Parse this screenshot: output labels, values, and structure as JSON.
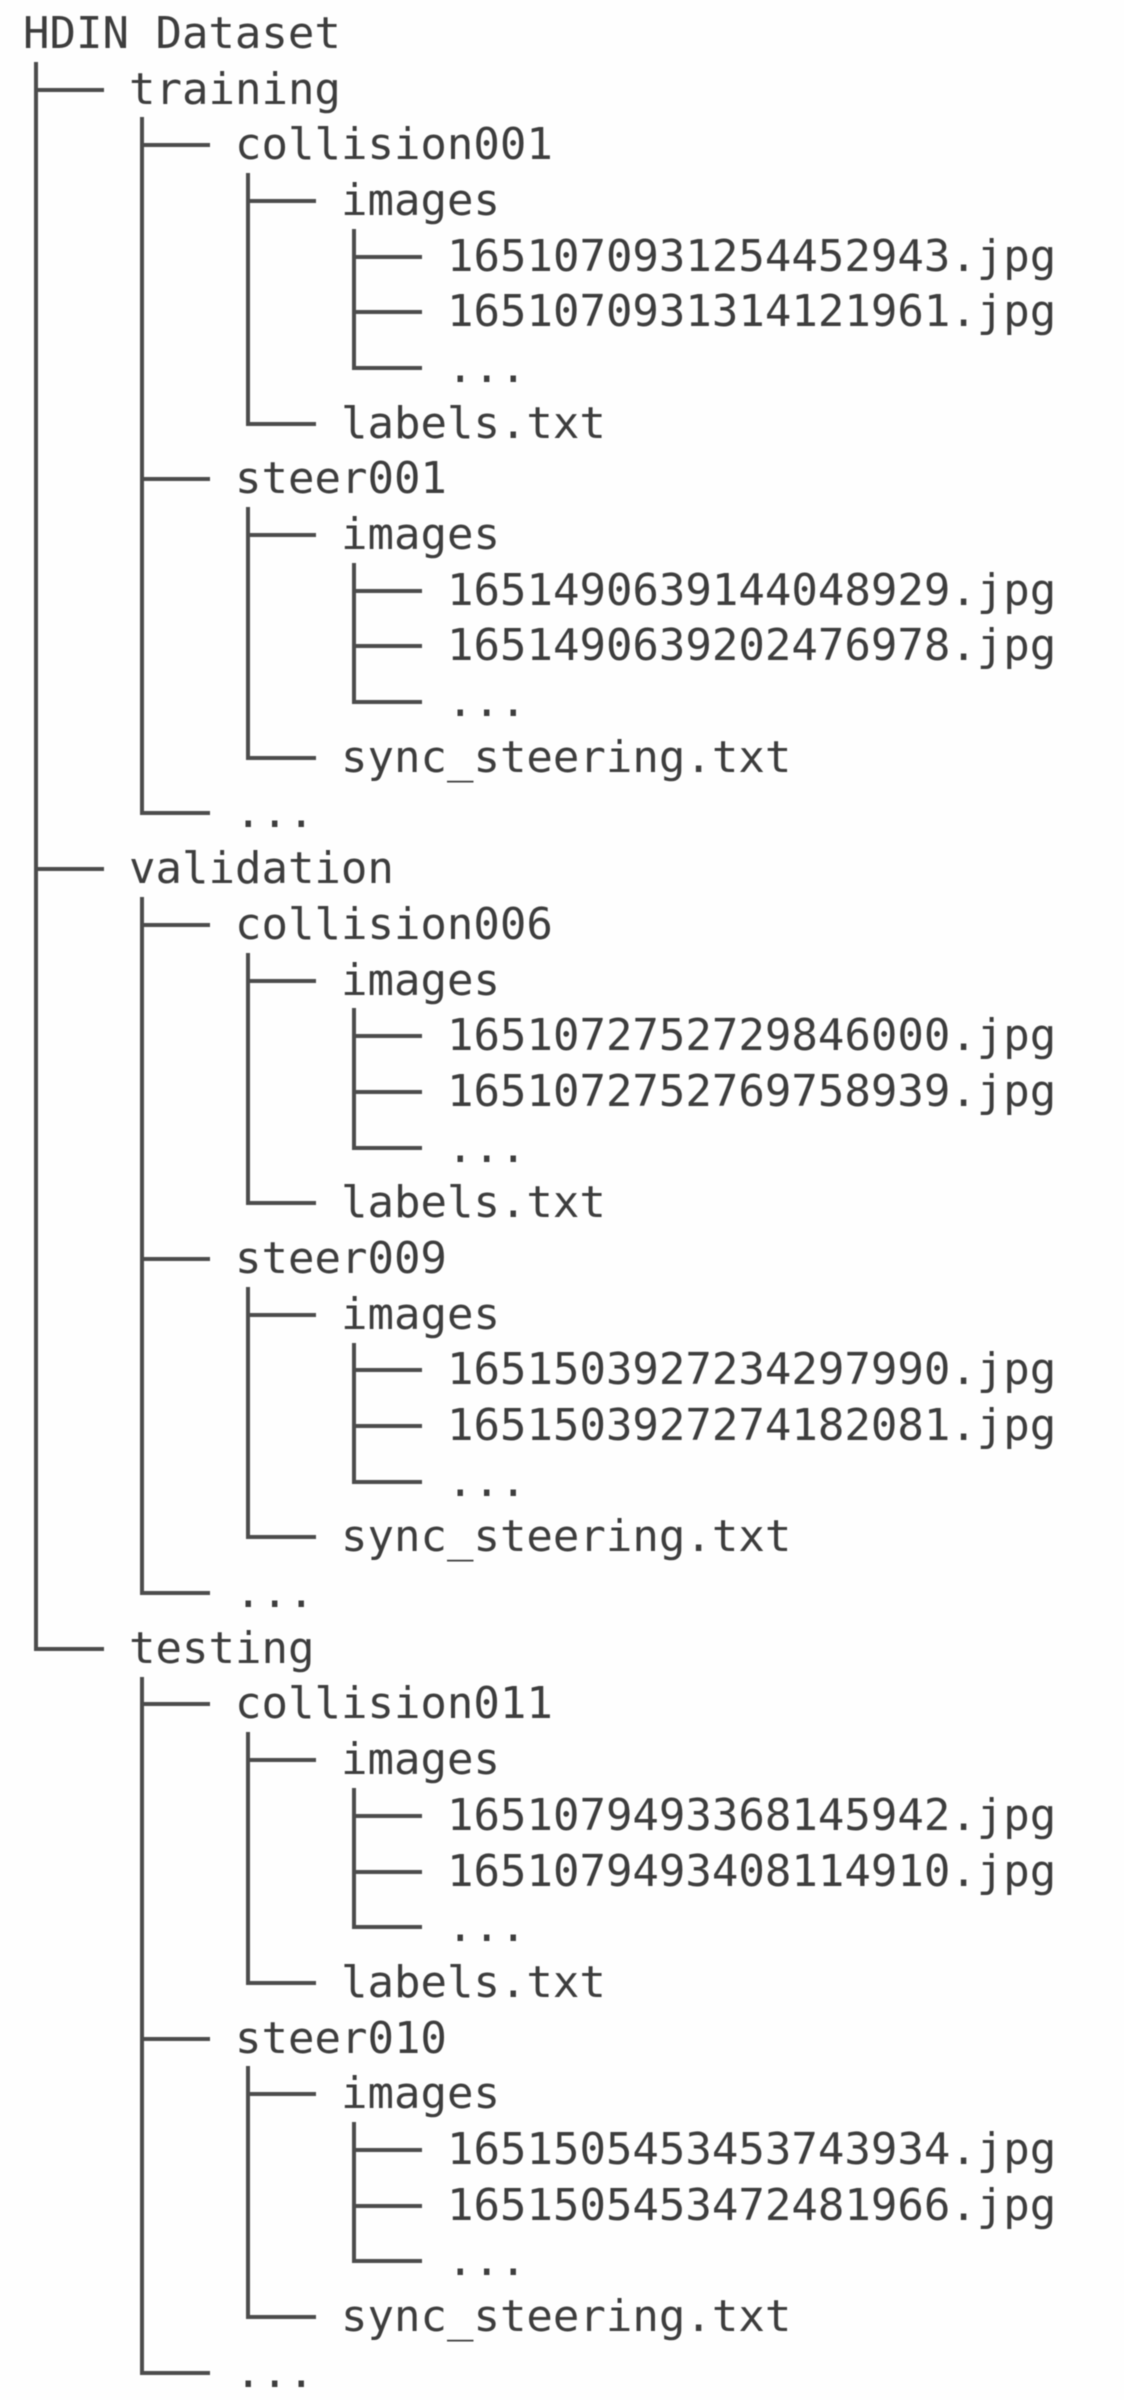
{
  "title": "HDIN Dataset",
  "colors": {
    "text": "#3d3d3d",
    "tree_lines": "#4c4c4c",
    "background": "#fefefe"
  },
  "tree": {
    "rows": [
      {
        "prefix": "",
        "label": "HDIN Dataset",
        "kind": "root"
      },
      {
        "prefix": "├── ",
        "label": "training",
        "kind": "dir"
      },
      {
        "prefix": "│   ├── ",
        "label": "collision001",
        "kind": "dir"
      },
      {
        "prefix": "│   │   ├── ",
        "label": "images",
        "kind": "dir"
      },
      {
        "prefix": "│   │   │   ├── ",
        "label": "1651070931254452943.jpg",
        "kind": "file"
      },
      {
        "prefix": "│   │   │   ├── ",
        "label": "1651070931314121961.jpg",
        "kind": "file"
      },
      {
        "prefix": "│   │   │   └── ",
        "label": "...",
        "kind": "ellipsis"
      },
      {
        "prefix": "│   │   └── ",
        "label": "labels.txt",
        "kind": "file"
      },
      {
        "prefix": "│   ├── ",
        "label": "steer001",
        "kind": "dir"
      },
      {
        "prefix": "│   │   ├── ",
        "label": "images",
        "kind": "dir"
      },
      {
        "prefix": "│   │   │   ├── ",
        "label": "1651490639144048929.jpg",
        "kind": "file"
      },
      {
        "prefix": "│   │   │   ├── ",
        "label": "1651490639202476978.jpg",
        "kind": "file"
      },
      {
        "prefix": "│   │   │   └── ",
        "label": "...",
        "kind": "ellipsis"
      },
      {
        "prefix": "│   │   └── ",
        "label": "sync_steering.txt",
        "kind": "file"
      },
      {
        "prefix": "│   └── ",
        "label": "...",
        "kind": "ellipsis"
      },
      {
        "prefix": "├── ",
        "label": "validation",
        "kind": "dir"
      },
      {
        "prefix": "│   ├── ",
        "label": "collision006",
        "kind": "dir"
      },
      {
        "prefix": "│   │   ├── ",
        "label": "images",
        "kind": "dir"
      },
      {
        "prefix": "│   │   │   ├── ",
        "label": "1651072752729846000.jpg",
        "kind": "file"
      },
      {
        "prefix": "│   │   │   ├── ",
        "label": "1651072752769758939.jpg",
        "kind": "file"
      },
      {
        "prefix": "│   │   │   └── ",
        "label": "...",
        "kind": "ellipsis"
      },
      {
        "prefix": "│   │   └── ",
        "label": "labels.txt",
        "kind": "file"
      },
      {
        "prefix": "│   ├── ",
        "label": "steer009",
        "kind": "dir"
      },
      {
        "prefix": "│   │   ├── ",
        "label": "images",
        "kind": "dir"
      },
      {
        "prefix": "│   │   │   ├── ",
        "label": "1651503927234297990.jpg",
        "kind": "file"
      },
      {
        "prefix": "│   │   │   ├── ",
        "label": "1651503927274182081.jpg",
        "kind": "file"
      },
      {
        "prefix": "│   │   │   └── ",
        "label": "...",
        "kind": "ellipsis"
      },
      {
        "prefix": "│   │   └── ",
        "label": "sync_steering.txt",
        "kind": "file"
      },
      {
        "prefix": "│   └── ",
        "label": "...",
        "kind": "ellipsis"
      },
      {
        "prefix": "└── ",
        "label": "testing",
        "kind": "dir"
      },
      {
        "prefix": "    ├── ",
        "label": "collision011",
        "kind": "dir"
      },
      {
        "prefix": "    │   ├── ",
        "label": "images",
        "kind": "dir"
      },
      {
        "prefix": "    │   │   ├── ",
        "label": "1651079493368145942.jpg",
        "kind": "file"
      },
      {
        "prefix": "    │   │   ├── ",
        "label": "1651079493408114910.jpg",
        "kind": "file"
      },
      {
        "prefix": "    │   │   └── ",
        "label": "...",
        "kind": "ellipsis"
      },
      {
        "prefix": "    │   └── ",
        "label": "labels.txt",
        "kind": "file"
      },
      {
        "prefix": "    ├── ",
        "label": "steer010",
        "kind": "dir"
      },
      {
        "prefix": "    │   ├── ",
        "label": "images",
        "kind": "dir"
      },
      {
        "prefix": "    │   │   ├── ",
        "label": "1651505453453743934.jpg",
        "kind": "file"
      },
      {
        "prefix": "    │   │   ├── ",
        "label": "1651505453472481966.jpg",
        "kind": "file"
      },
      {
        "prefix": "    │   │   └── ",
        "label": "...",
        "kind": "ellipsis"
      },
      {
        "prefix": "    │   └── ",
        "label": "sync_steering.txt",
        "kind": "file"
      },
      {
        "prefix": "    └── ",
        "label": "...",
        "kind": "ellipsis"
      }
    ]
  }
}
